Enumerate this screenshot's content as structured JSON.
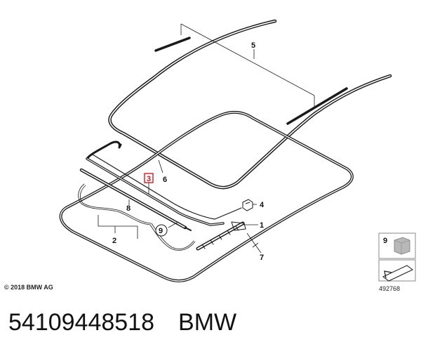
{
  "callouts": {
    "c1": "1",
    "c2": "2",
    "c3": "3",
    "c4": "4",
    "c5": "5",
    "c6": "6",
    "c7": "7",
    "c8": "8",
    "c9": "9",
    "legend_label": "9"
  },
  "footer": {
    "copyright": "© 2018 BMW AG",
    "diagram_id": "492768"
  },
  "part": {
    "number": "54109448518",
    "brand": "BMW"
  },
  "colors": {
    "line": "#1a1a1a",
    "highlight": "#d71920",
    "legend_part": "#b8b8b8"
  }
}
